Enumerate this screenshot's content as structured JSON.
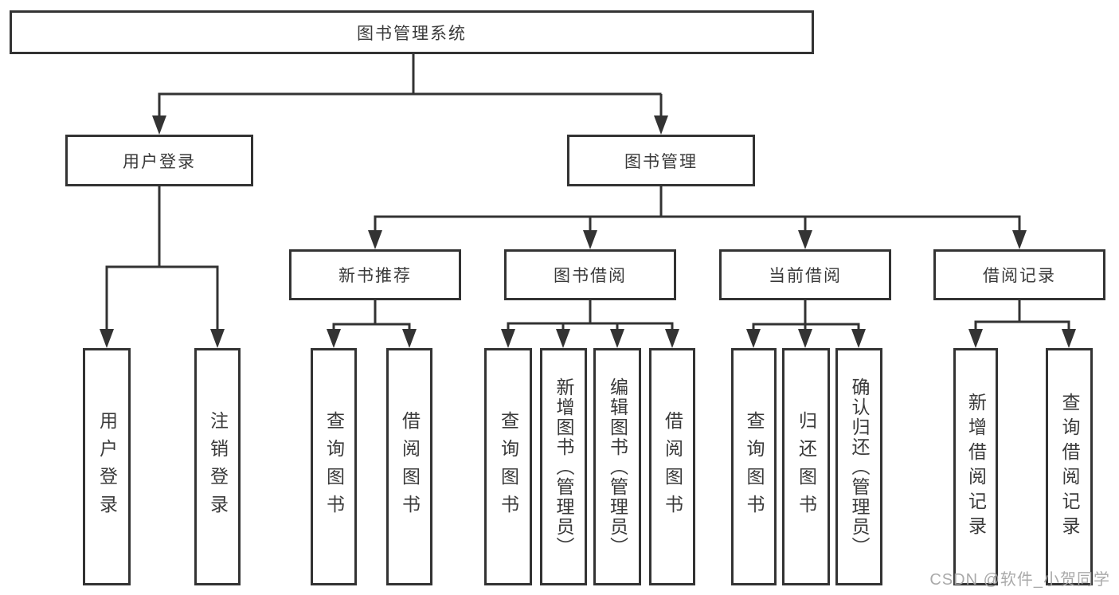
{
  "diagram": {
    "root": {
      "label": "图书管理系统"
    },
    "branches": [
      {
        "label": "用户登录",
        "leaves": [
          {
            "label": "用户登录"
          },
          {
            "label": "注销登录"
          }
        ]
      },
      {
        "label": "图书管理",
        "sections": [
          {
            "label": "新书推荐",
            "leaves": [
              {
                "label": "查询图书"
              },
              {
                "label": "借阅图书"
              }
            ]
          },
          {
            "label": "图书借阅",
            "leaves": [
              {
                "label": "查询图书"
              },
              {
                "label": "新增图书（管理员）"
              },
              {
                "label": "编辑图书（管理员）"
              },
              {
                "label": "借阅图书"
              }
            ]
          },
          {
            "label": "当前借阅",
            "leaves": [
              {
                "label": "查询图书"
              },
              {
                "label": "归还图书"
              },
              {
                "label": "确认归还（管理员）"
              }
            ]
          },
          {
            "label": "借阅记录",
            "leaves": [
              {
                "label": "新增借阅记录"
              },
              {
                "label": "查询借阅记录"
              }
            ]
          }
        ]
      }
    ]
  },
  "watermark": {
    "text": "CSDN @软件_小贺同学"
  },
  "colors": {
    "line": "#333333",
    "box_border": "#333333",
    "text": "#3a3a3a",
    "watermark": "#a5a5a5",
    "background": "#ffffff"
  }
}
